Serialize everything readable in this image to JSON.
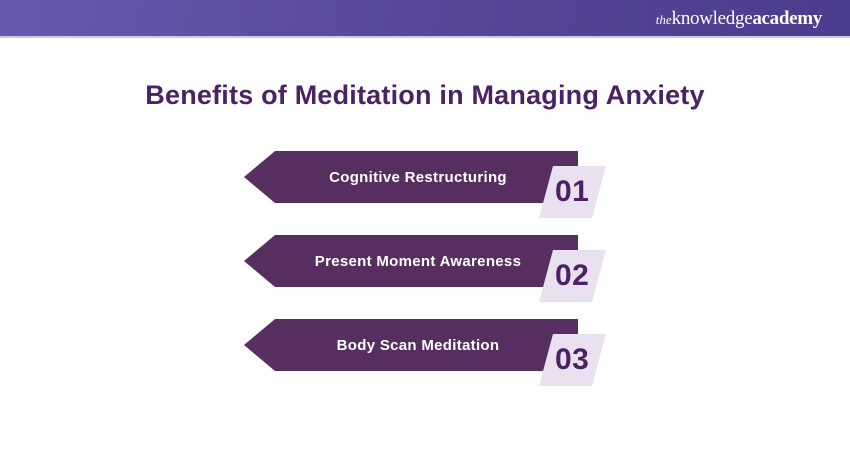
{
  "header": {
    "logo_the": "the",
    "logo_knowledge": "knowledge",
    "logo_academy": "academy"
  },
  "title": "Benefits of Meditation in Managing Anxiety",
  "items": [
    {
      "label": "Cognitive Restructuring",
      "number": "01"
    },
    {
      "label": "Present Moment Awareness",
      "number": "02"
    },
    {
      "label": "Body Scan Meditation",
      "number": "03"
    }
  ],
  "colors": {
    "header_gradient_left": "#6859b0",
    "header_gradient_mid": "#574696",
    "header_gradient_right": "#4c3c8d",
    "header_border_bottom": "#cfc7e6",
    "title_text": "#4b2263",
    "banner_background": "#572e60",
    "banner_text": "#ffffff",
    "badge_background": "#eae1f0",
    "badge_number_text": "#4b2263",
    "page_background": "#ffffff"
  }
}
